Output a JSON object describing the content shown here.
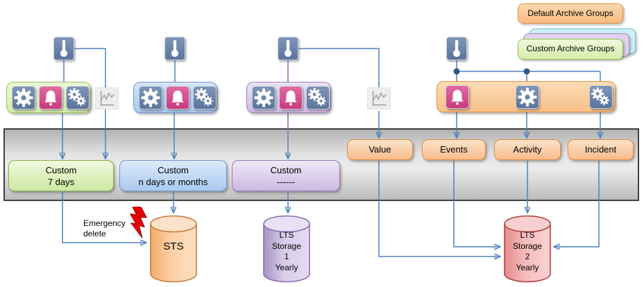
{
  "legend": {
    "default": "Default Archive Groups",
    "custom": "Custom Archive Groups"
  },
  "band": {
    "custom7": {
      "l1": "Custom",
      "l2": "7 days"
    },
    "customN": {
      "l1": "Custom",
      "l2": "n days or months"
    },
    "customDash": {
      "l1": "Custom",
      "l2": "------"
    },
    "value": "Value",
    "events": "Events",
    "activity": "Activity",
    "incident": "Incident"
  },
  "emergency": {
    "l1": "Emergency",
    "l2": "delete"
  },
  "cylinders": {
    "sts": {
      "l1": "STS"
    },
    "lts1": {
      "l1": "LTS",
      "l2": "Storage",
      "l3": "1",
      "l4": "Yearly"
    },
    "lts2": {
      "l1": "LTS",
      "l2": "Storage",
      "l3": "2",
      "l4": "Yearly"
    }
  },
  "icons": {
    "thermometer": "thermometer-icon",
    "gear": "gear-icon",
    "bell": "alarm-bell-icon",
    "gears": "double-gears-icon",
    "sparkline": "trend-chart-icon",
    "lightning": "lightning-bolt-icon"
  },
  "colors": {
    "connector": "#4f81bd",
    "junction_dot": "#2d5a87",
    "band_border": "#3f3f3f",
    "band_fill": "#d9d9d9",
    "green_fill": "#cde8a2",
    "green_border": "#86b14e",
    "blue_fill": "#aac9f0",
    "blue_border": "#6f9ad0",
    "purple_fill": "#cdb9e2",
    "purple_border": "#9b79b6",
    "orange_fill": "#f7bc8c",
    "orange_border": "#e48f3b",
    "icon_tile_blue": "#64809f",
    "icon_tile_pink": "#cc3d7f",
    "cyan_card": "#cdeef7",
    "sts_cylinder": "#fbd0a6",
    "lts1_cylinder": "#d9cdea",
    "lts2_cylinder": "#f6bcbc",
    "lightning": "#e80000"
  }
}
